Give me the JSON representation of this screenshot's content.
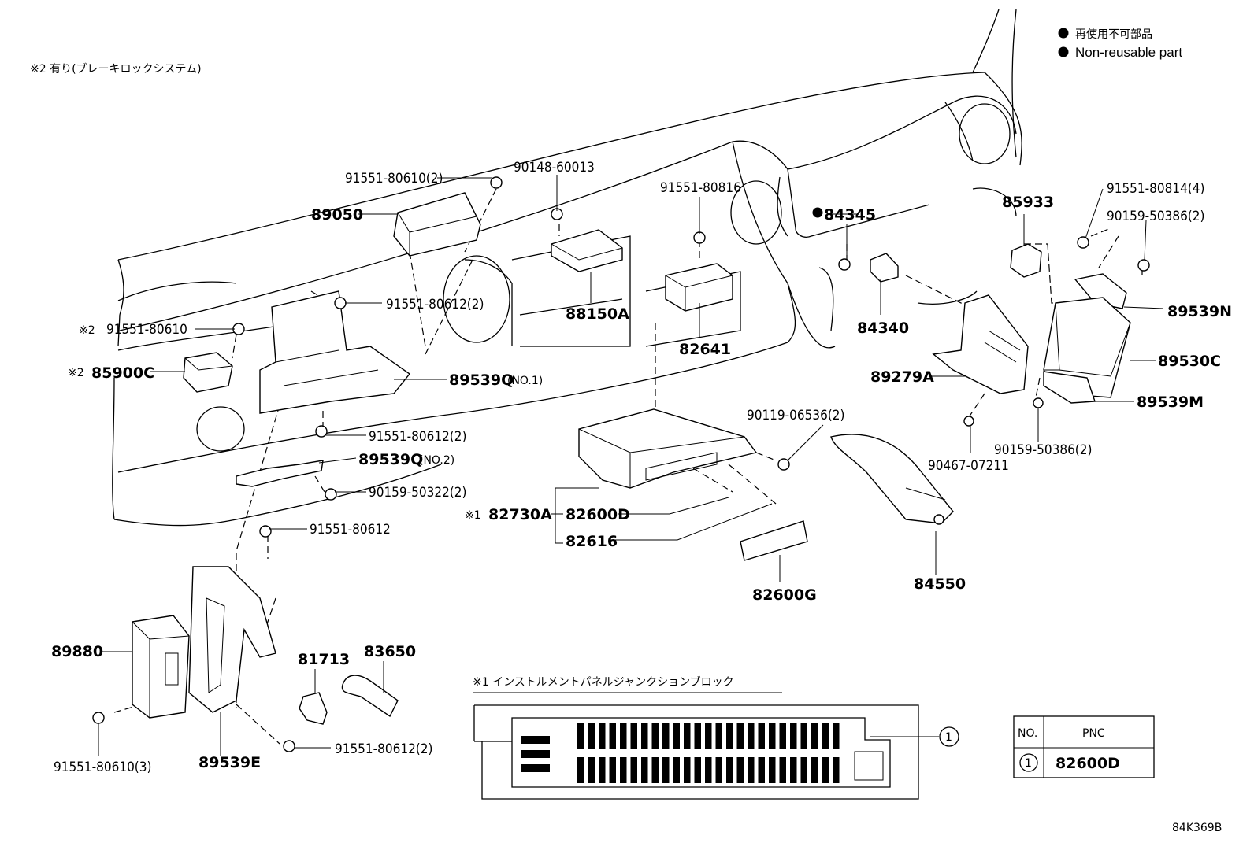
{
  "notes": {
    "note2": "※2 有り(ブレーキロックシステム)",
    "note1": "※1 インストルメントパネルジャンクションブロック"
  },
  "legend": {
    "jp": "再使用不可部品",
    "en": "Non-reusable part"
  },
  "labels": {
    "p_91551_80610_2": "91551-80610(2)",
    "p_90148_60013": "90148-60013",
    "p_89050": "89050",
    "p_91551_80816": "91551-80816",
    "p_84345": "84345",
    "p_85933": "85933",
    "p_91551_80814_4": "91551-80814(4)",
    "p_90159_50386_2a": "90159-50386(2)",
    "p_91551_80612_2a": "91551-80612(2)",
    "p_88150A": "88150A",
    "p_82641": "82641",
    "p_84340": "84340",
    "p_89539N": "89539N",
    "p_91551_80610": "91551-80610",
    "p_85900C": "85900C",
    "p_89539Q": "89539Q",
    "p_no1": "(NO.1)",
    "p_89279A": "89279A",
    "p_89530C": "89530C",
    "p_89539M": "89539M",
    "p_90119_06536_2": "90119-06536(2)",
    "p_91551_80612_2b": "91551-80612(2)",
    "p_89539Q2": "89539Q",
    "p_no2": "(NO.2)",
    "p_90467_07211": "90467-07211",
    "p_90159_50386_2b": "90159-50386(2)",
    "p_90159_50322_2": "90159-50322(2)",
    "p_82730A": "82730A",
    "p_82600D": "82600D",
    "p_82616": "82616",
    "p_91551_80612": "91551-80612",
    "p_84550": "84550",
    "p_82600G": "82600G",
    "p_89880": "89880",
    "p_81713": "81713",
    "p_83650": "83650",
    "p_91551_80610_3": "91551-80610(3)",
    "p_89539E": "89539E",
    "p_91551_80612_2c": "91551-80612(2)",
    "mark2a": "※2",
    "mark2b": "※2",
    "mark1": "※1"
  },
  "table": {
    "header_no": "NO.",
    "header_pnc": "PNC",
    "row_no": "1",
    "row_pnc": "82600D"
  },
  "callout_no": "1",
  "figure_id": "84K369B"
}
